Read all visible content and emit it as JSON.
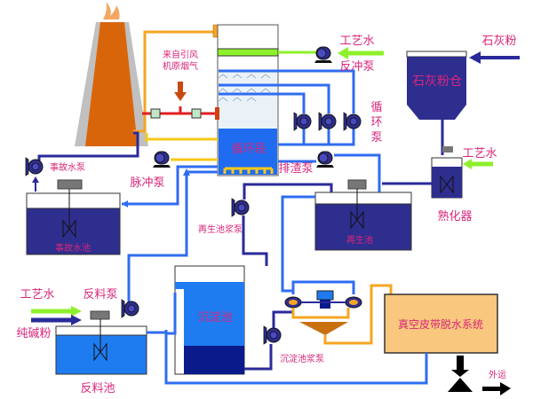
{
  "labels": {
    "flue_gas_line1": "来自引风",
    "flue_gas_line2": "机原烟气",
    "process_water_top": "工艺水",
    "backwash_pump": "反冲泵",
    "circulation_pump_1": "循",
    "circulation_pump_2": "环",
    "circulation_pump_3": "泵",
    "circulation_section": "循环段",
    "slag_pump": "排渣泵",
    "pulse_pump": "脉冲泵",
    "accident_pump": "事故水泵",
    "accident_tank": "事故水池",
    "regen_slurry_pump": "再生池浆泵",
    "regen_tank": "再生池",
    "lime_powder": "石灰粉",
    "lime_silo": "石灰粉仓",
    "process_water_slaker": "工艺水",
    "slaker": "熟化器",
    "process_water_left": "工艺水",
    "soda_powder": "纯碱粉",
    "feed_pump": "反料泵",
    "feed_tank": "反料池",
    "settling_tank": "沉淀池",
    "settling_slurry_pump": "沉淀池浆泵",
    "vacuum_belt": "真空皮带脱水系统",
    "transport_out": "外运"
  },
  "colors": {
    "pipe_blue": "#2f6cf0",
    "pipe_dark": "#2a2a9a",
    "pipe_orange": "#f5a623",
    "process_water_green": "#8ef02a",
    "flue_red": "#e02020",
    "label_pink": "#d8267a",
    "tank_dark": "#2e2e8f",
    "tank_light": "#1f7cf0",
    "belt_fill": "#f9c77d"
  }
}
